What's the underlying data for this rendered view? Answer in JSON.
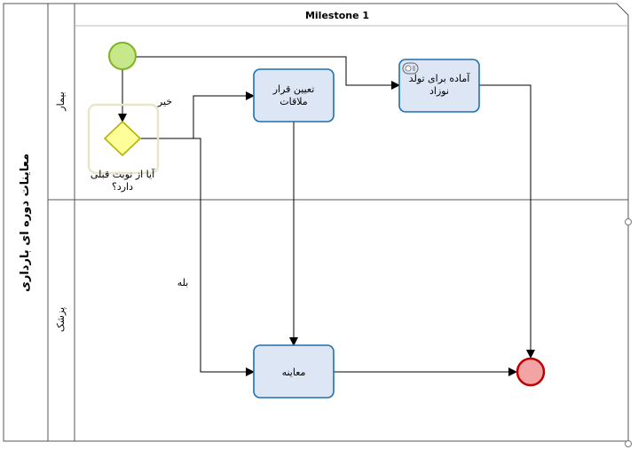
{
  "pool": {
    "name": "معاینات دوره ای بارداری",
    "milestone": "Milestone 1",
    "lanes": [
      {
        "id": "patient",
        "label": "بیمار"
      },
      {
        "id": "doctor",
        "label": "پزشک"
      }
    ]
  },
  "tasks": {
    "appointment": {
      "line1": "تعیین قرار",
      "line2": "ملاقات"
    },
    "prepare": {
      "line1": "آماده برای تولد",
      "line2": "نوزاد"
    },
    "exam": {
      "label": "معاینه"
    }
  },
  "gateway": {
    "line1": "آیا از نوبت قبلی",
    "line2": "دارد؟"
  },
  "flows": {
    "no_label": "خیر",
    "yes_label": "بله"
  },
  "colors": {
    "start_fill": "#c6e88a",
    "start_stroke": "#7fb325",
    "end_fill": "#f2a3a3",
    "end_stroke": "#c00000",
    "task_fill": "#dce6f5",
    "task_stroke": "#1f6fb0",
    "gateway_fill": "#ffff99",
    "gateway_stroke": "#b3b300"
  }
}
